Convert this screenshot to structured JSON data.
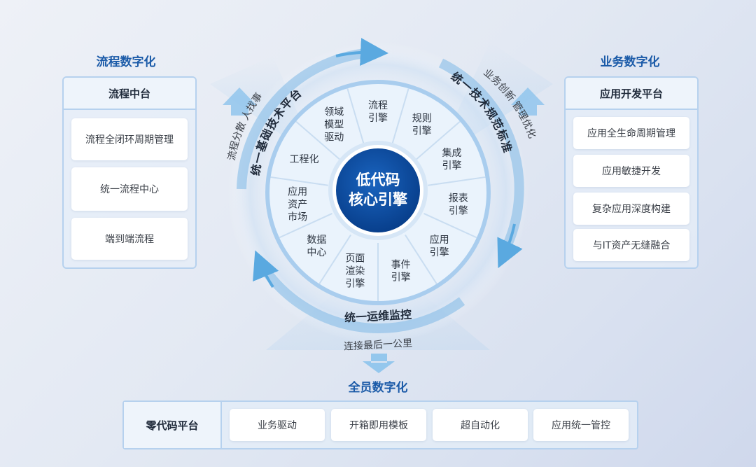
{
  "left": {
    "title": "流程数字化",
    "panel_title": "流程中台",
    "items": [
      "流程全闭环周期管理",
      "统一流程中心",
      "端到端流程"
    ]
  },
  "right": {
    "title": "业务数字化",
    "panel_title": "应用开发平台",
    "items": [
      "应用全生命周期管理",
      "应用敏捷开发",
      "复杂应用深度构建",
      "与IT资产无缝融合"
    ]
  },
  "bottom": {
    "title": "全员数字化",
    "panel_title": "零代码平台",
    "items": [
      "业务驱动",
      "开箱即用模板",
      "超自动化",
      "应用统一管控"
    ]
  },
  "wheel": {
    "core": [
      "低代码",
      "核心引擎"
    ],
    "segments": [
      [
        "流程",
        "引擎"
      ],
      [
        "规则",
        "引擎"
      ],
      [
        "集成",
        "引擎"
      ],
      [
        "报表",
        "引擎"
      ],
      [
        "应用",
        "引擎"
      ],
      [
        "事件",
        "引擎"
      ],
      [
        "页面",
        "渲染",
        "引擎"
      ],
      [
        "数据",
        "中心"
      ],
      [
        "应用",
        "资产",
        "市场"
      ],
      [
        "工程化"
      ],
      [
        "领域",
        "模型",
        "驱动"
      ]
    ]
  },
  "arcs": {
    "left_arc": "统一基础技术平台",
    "right_arc": "统一技术规范标准",
    "bottom_arc": "统一运维监控",
    "left_note": "流程分散  人找事",
    "right_note": "业务创新  管理优化",
    "bottom_note": "连接最后一公里"
  },
  "colors": {
    "core": "#0a4ea2",
    "accent": "#1a5aa8",
    "arrow": "#5aa9e0"
  }
}
